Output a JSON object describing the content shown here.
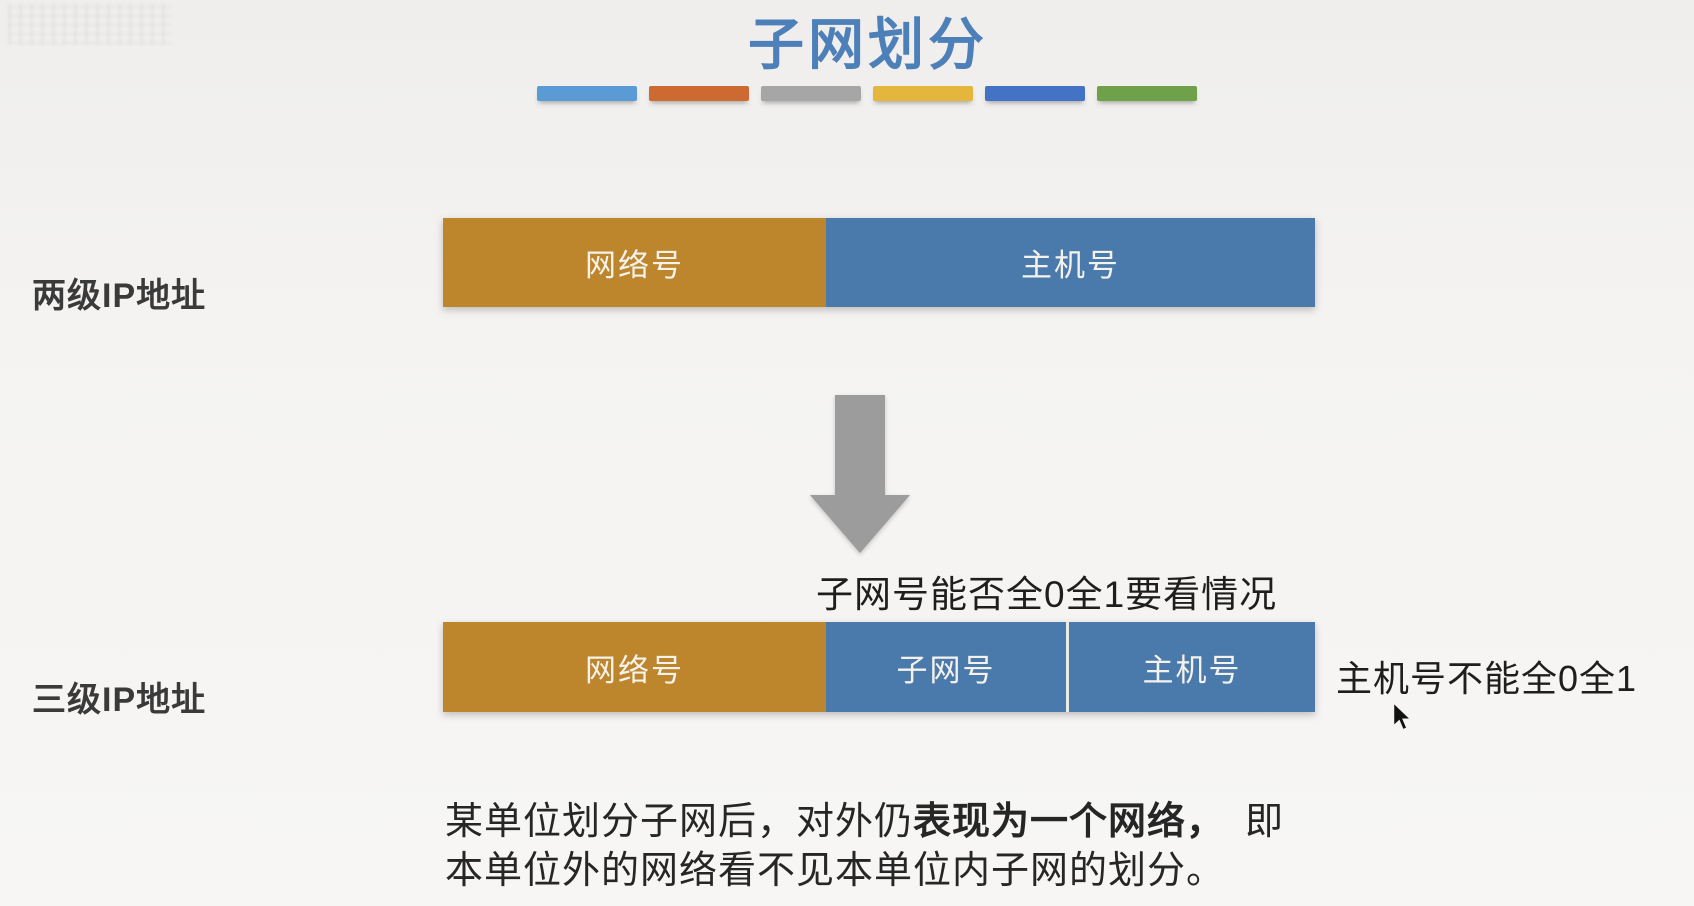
{
  "slide": {
    "title": "子网划分",
    "title_color": "#4d7fb9",
    "decor_dashes": [
      "#5b9bd5",
      "#cd6a32",
      "#a6a6a6",
      "#e5b63c",
      "#4472c4",
      "#6fa04a"
    ],
    "rows": [
      {
        "label": "两级IP地址",
        "segments": [
          {
            "text": "网络号",
            "color": "#bd862d"
          },
          {
            "text": "主机号",
            "color": "#4a79ac"
          }
        ]
      },
      {
        "label": "三级IP地址",
        "segments": [
          {
            "text": "网络号",
            "color": "#bd862d"
          },
          {
            "text": "子网号",
            "color": "#4a79ac"
          },
          {
            "text": "主机号",
            "color": "#4a79ac"
          }
        ]
      }
    ],
    "arrow_color": "#9c9c9c",
    "annotations": {
      "subnet_note": "子网号能否全0全1要看情况",
      "host_note": "主机号不能全0全1"
    },
    "paragraph": {
      "line1_pre": "某单位划分子网后，对外仍",
      "line1_bold": "表现为一个网络，",
      "line1_post": "即",
      "line2": "本单位外的网络看不见本单位内子网的划分。"
    }
  }
}
